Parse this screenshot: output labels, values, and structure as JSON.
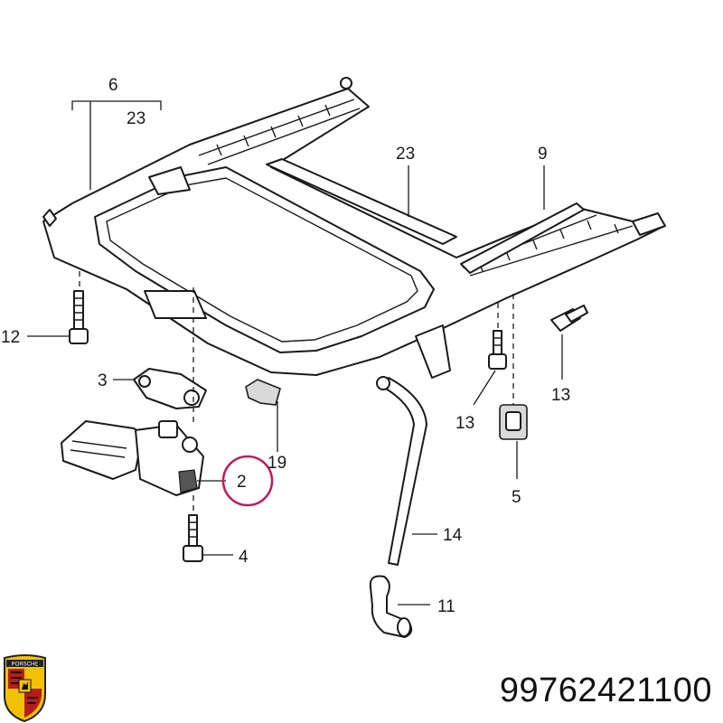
{
  "callouts": {
    "c6": "6",
    "c23a": "23",
    "c23b": "23",
    "c9": "9",
    "c12": "12",
    "c3": "3",
    "c19": "19",
    "c2": "2",
    "c13a": "13",
    "c13b": "13",
    "c5": "5",
    "c14": "14",
    "c4": "4",
    "c11": "11"
  },
  "part_number": "99762421100",
  "logo": {
    "text": "PORSCHE"
  },
  "colors": {
    "highlight_circle": "#c2185b",
    "line": "#1a1a1a"
  }
}
